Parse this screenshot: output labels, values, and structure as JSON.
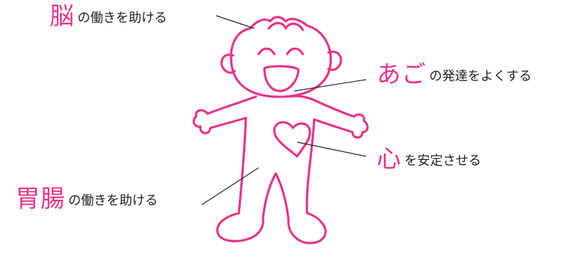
{
  "colors": {
    "accent": "#e8338c",
    "outline": "#e5348a",
    "text": "#222222",
    "leader": "#222222"
  },
  "labels": {
    "brain": {
      "emphasis": "脳",
      "rest": "の働きを助ける"
    },
    "jaw": {
      "emphasis": "あご",
      "rest": "の発達をよくする"
    },
    "heart": {
      "emphasis": "心",
      "rest": "を安定させる"
    },
    "gut": {
      "emphasis": "胃腸",
      "rest": "の働きを助ける"
    }
  }
}
